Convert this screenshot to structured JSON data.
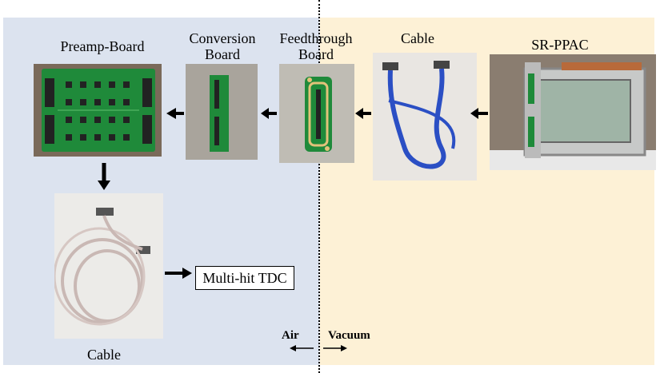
{
  "labels": {
    "sr_ppac": "SR-PPAC",
    "cable_top": "Cable",
    "feedthrough_line1": "Feedthrough",
    "feedthrough_line2": "Board",
    "conversion_line1": "Conversion",
    "conversion_line2": "Board",
    "preamp": "Preamp-Board",
    "cable_bottom": "Cable",
    "tdc": "Multi-hit TDC",
    "air": "Air",
    "vacuum": "Vacuum"
  },
  "colors": {
    "air_region": "#dce3ef",
    "vacuum_region": "#fdf1d6",
    "pcb_green": "#1f8a3a",
    "cable_blue": "#2b4fc4",
    "cable_gray": "#c9b8b4",
    "arrow": "#000000"
  },
  "icons": [
    "preamp-board-photo",
    "conversion-board-photo",
    "feedthrough-board-photo",
    "flat-cable-photo",
    "sr-ppac-photo",
    "round-cable-photo"
  ]
}
